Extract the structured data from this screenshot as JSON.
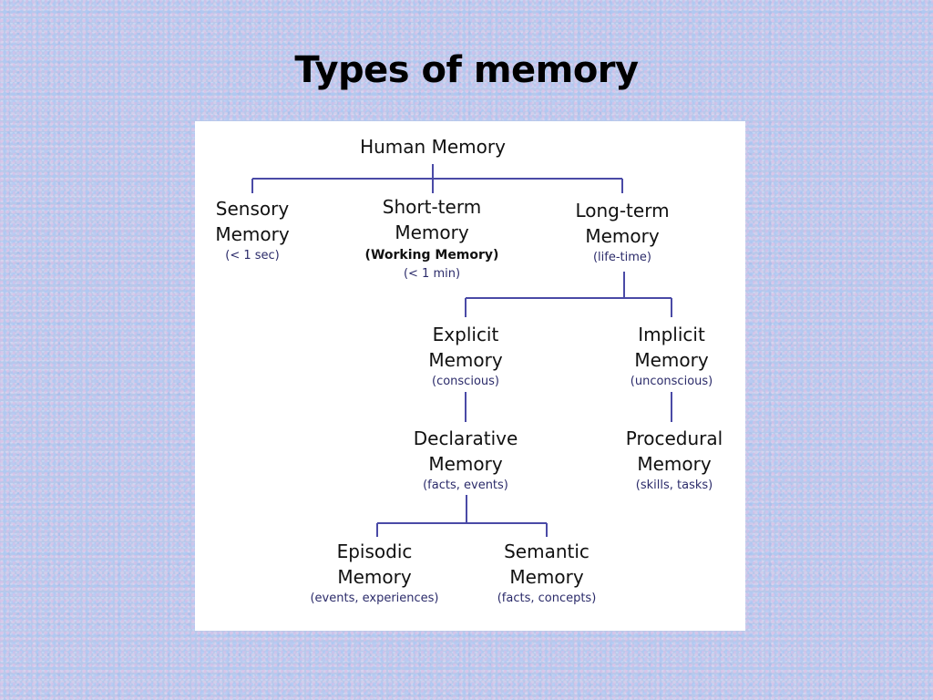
{
  "title": "Types of memory",
  "colors": {
    "connector": "#4a4aa6",
    "panel": "#ffffff"
  },
  "diagram": {
    "root": {
      "label": "Human Memory"
    },
    "sensory": {
      "line1": "Sensory",
      "line2": "Memory",
      "note": "(< 1 sec)"
    },
    "short_term": {
      "line1": "Short-term",
      "line2": "Memory",
      "extra": "(Working Memory)",
      "note": "(< 1 min)"
    },
    "long_term": {
      "line1": "Long-term",
      "line2": "Memory",
      "note": "(life-time)"
    },
    "explicit": {
      "line1": "Explicit",
      "line2": "Memory",
      "note": "(conscious)"
    },
    "implicit": {
      "line1": "Implicit",
      "line2": "Memory",
      "note": "(unconscious)"
    },
    "declarative": {
      "line1": "Declarative",
      "line2": "Memory",
      "note": "(facts, events)"
    },
    "procedural": {
      "line1": "Procedural",
      "line2": "Memory",
      "note": "(skills, tasks)"
    },
    "episodic": {
      "line1": "Episodic",
      "line2": "Memory",
      "note": "(events, experiences)"
    },
    "semantic": {
      "line1": "Semantic",
      "line2": "Memory",
      "note": "(facts, concepts)"
    }
  }
}
